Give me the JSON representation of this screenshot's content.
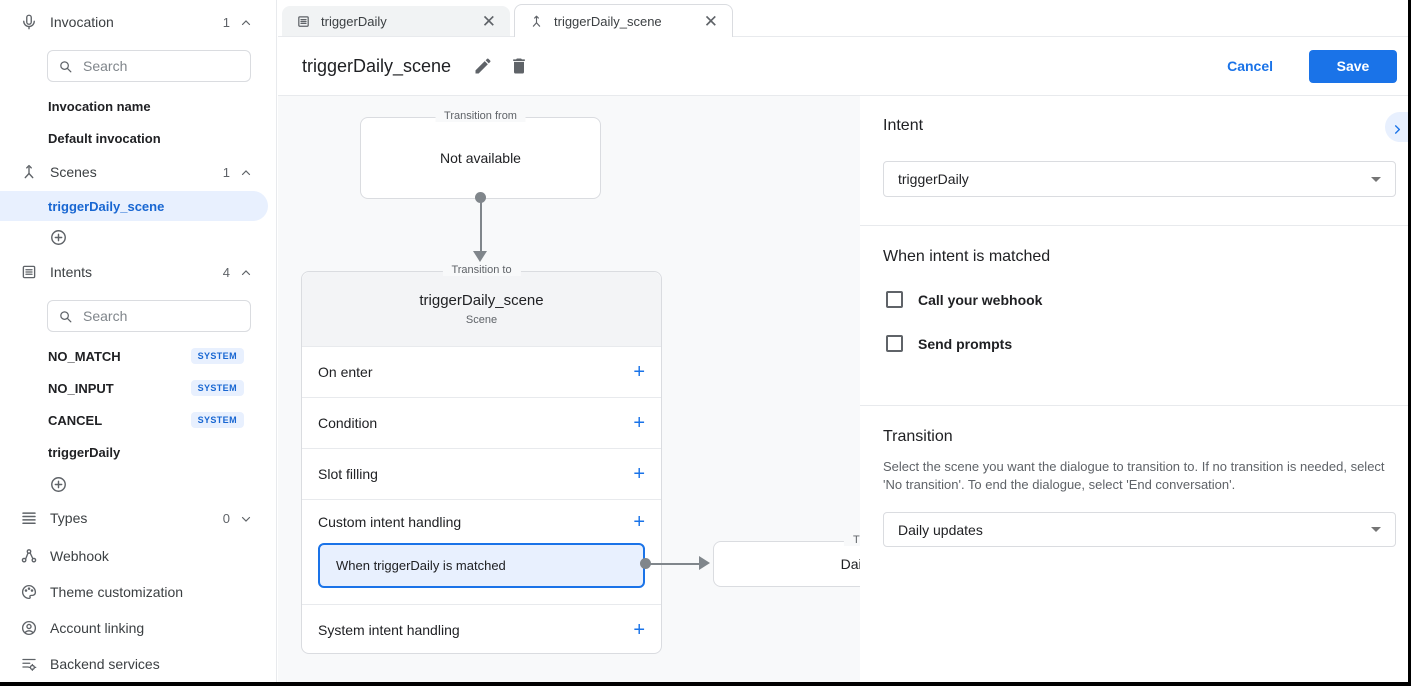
{
  "sidebar": {
    "invocation_label": "Invocation",
    "invocation_count": "1",
    "search_placeholder": "Search",
    "invocation_items": [
      "Invocation name",
      "Default invocation"
    ],
    "scenes_label": "Scenes",
    "scenes_count": "1",
    "scene_selected": "triggerDaily_scene",
    "intents_label": "Intents",
    "intents_count": "4",
    "intent_items": [
      {
        "label": "NO_MATCH",
        "badge": "SYSTEM"
      },
      {
        "label": "NO_INPUT",
        "badge": "SYSTEM"
      },
      {
        "label": "CANCEL",
        "badge": "SYSTEM"
      },
      {
        "label": "triggerDaily",
        "badge": ""
      }
    ],
    "types_label": "Types",
    "types_count": "0",
    "webhook_label": "Webhook",
    "theme_label": "Theme customization",
    "account_label": "Account linking",
    "backend_label": "Backend services"
  },
  "tabs": [
    {
      "label": "triggerDaily"
    },
    {
      "label": "triggerDaily_scene"
    }
  ],
  "header": {
    "title": "triggerDaily_scene",
    "cancel_label": "Cancel",
    "save_label": "Save"
  },
  "canvas": {
    "transition_from_legend": "Transition from",
    "transition_from_content": "Not available",
    "scene_card": {
      "legend": "Transition to",
      "title": "triggerDaily_scene",
      "subtitle": "Scene",
      "rows": [
        "On enter",
        "Condition",
        "Slot filling",
        "Custom intent handling",
        "System intent handling"
      ],
      "add_symbol": "+",
      "matched_item": "When triggerDaily is matched"
    },
    "next_box": {
      "legend": "Transition to",
      "content": "Daily updates"
    }
  },
  "panel": {
    "intent_heading": "Intent",
    "intent_value": "triggerDaily",
    "matched_heading": "When intent is matched",
    "checkbox_webhook": "Call your webhook",
    "checkbox_prompts": "Send prompts",
    "transition_heading": "Transition",
    "transition_description": "Select the scene you want the dialogue to transition to. If no transition is needed, select 'No transition'. To end the dialogue, select 'End conversation'.",
    "transition_value": "Daily updates"
  },
  "colors": {
    "accent": "#1a73e8",
    "accent_light": "#e8f0fe",
    "canvas_bg": "#f8f9fa"
  }
}
